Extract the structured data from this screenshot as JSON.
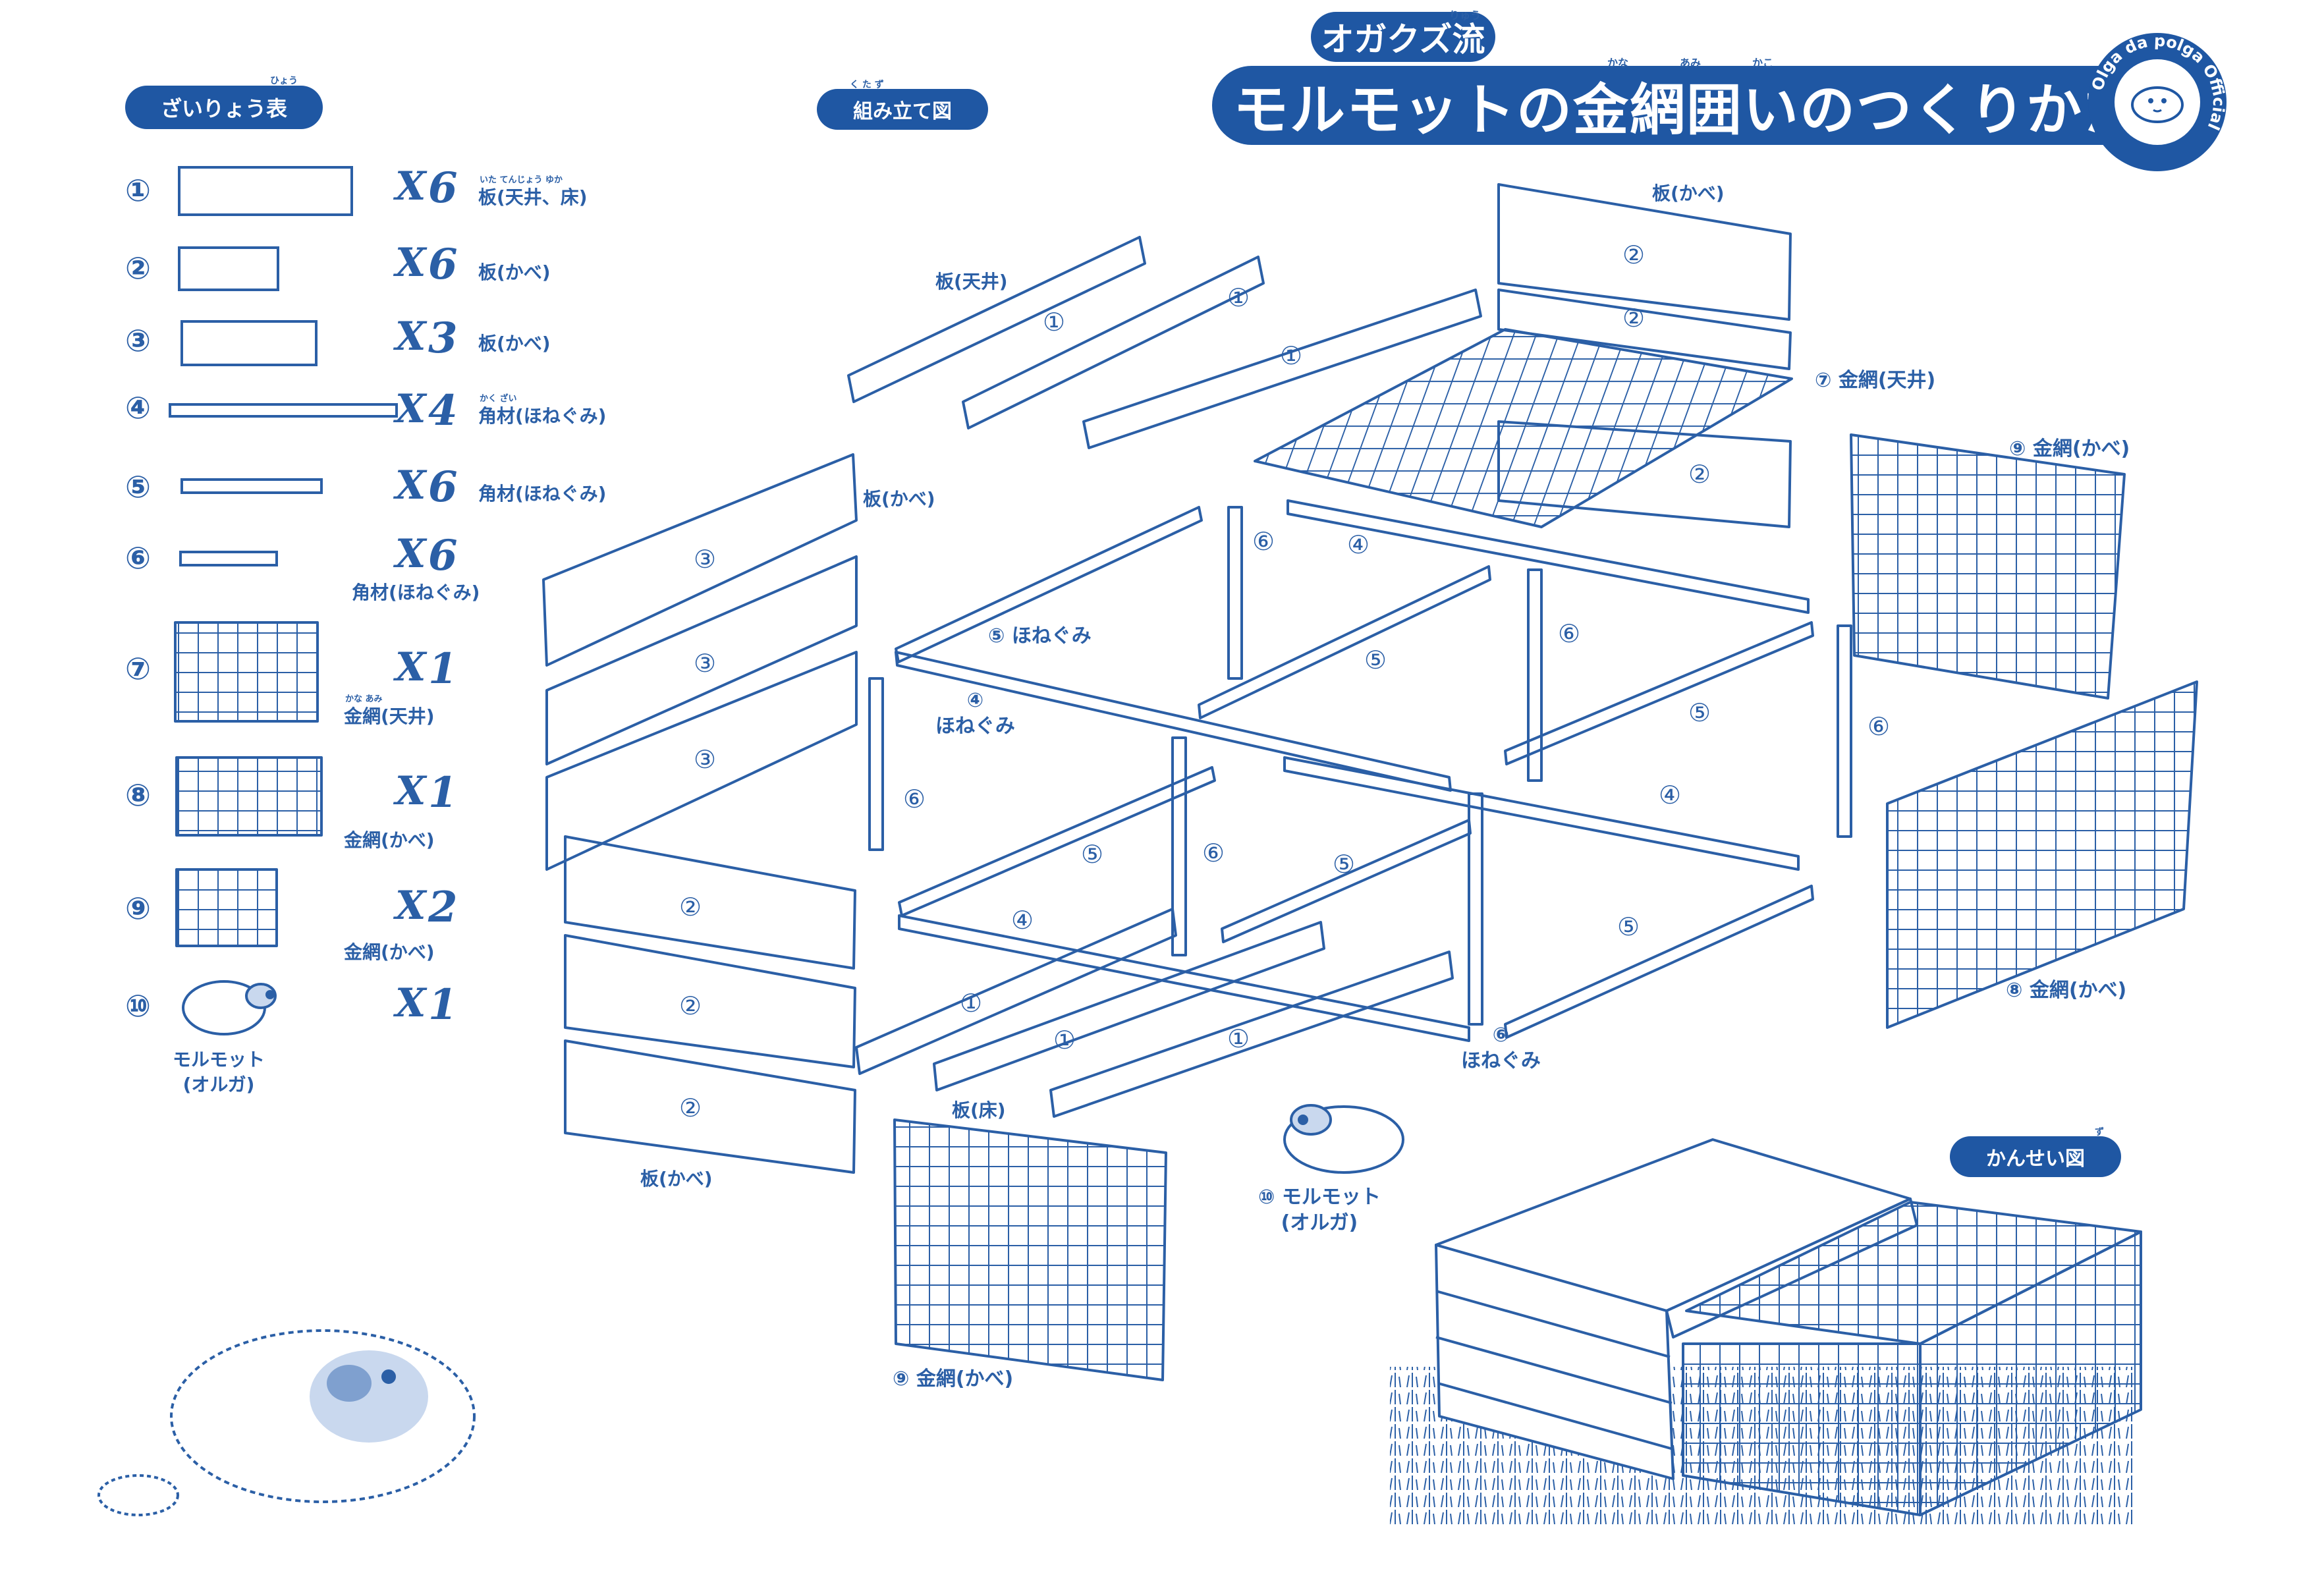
{
  "header": {
    "subtitle": "オガクズ流",
    "ruby_ryu": "りゅう",
    "title": "モルモットの金網囲いのつくりかた",
    "ruby_kana": "かな",
    "ruby_ami": "あみ",
    "ruby_kakoi": "かこ",
    "logo_text": "Olga da polga Official"
  },
  "sections": {
    "materials": "ざいりょう表",
    "materials_ruby": "ひょう",
    "assembly": "組み立て図",
    "assembly_ruby": "く た ず",
    "complete": "かんせい図",
    "complete_ruby": "ず"
  },
  "materials": [
    {
      "num": "①",
      "qty": "6",
      "name": "板(天井、床)",
      "ruby": "いた てんじょう ゆか"
    },
    {
      "num": "②",
      "qty": "6",
      "name": "板(かべ)",
      "ruby": ""
    },
    {
      "num": "③",
      "qty": "3",
      "name": "板(かべ)",
      "ruby": ""
    },
    {
      "num": "④",
      "qty": "4",
      "name": "角材(ほねぐみ)",
      "ruby": "かく ざい"
    },
    {
      "num": "⑤",
      "qty": "6",
      "name": "角材(ほねぐみ)",
      "ruby": ""
    },
    {
      "num": "⑥",
      "qty": "6",
      "name": "角材(ほねぐみ)",
      "ruby": ""
    },
    {
      "num": "⑦",
      "qty": "1",
      "name": "金網(天井)",
      "ruby": "かな あみ"
    },
    {
      "num": "⑧",
      "qty": "1",
      "name": "金網(かべ)",
      "ruby": ""
    },
    {
      "num": "⑨",
      "qty": "2",
      "name": "金網(かべ)",
      "ruby": ""
    },
    {
      "num": "⑩",
      "qty": "1",
      "name": "モルモット\n(オルガ)",
      "ruby": ""
    }
  ],
  "times": "X",
  "diagram_labels": {
    "ceiling_board": "板(天井)",
    "wall_board": "板(かべ)",
    "floor_board": "板(床)",
    "mesh_ceiling": "⑦ 金網(天井)",
    "mesh_wall_9a": "⑨ 金網(かべ)",
    "mesh_wall_9b": "⑨ 金網(かべ)",
    "mesh_wall_8": "⑧ 金網(かべ)",
    "frame_5": "⑤ ほねぐみ",
    "frame_4": "④\nほねぐみ",
    "frame_6": "⑥\nほねぐみ",
    "guinea_pig": "⑩ モルモット\n(オルガ)"
  },
  "colors": {
    "primary": "#1f57a3",
    "line": "#2b5fa6",
    "bg": "#ffffff"
  }
}
